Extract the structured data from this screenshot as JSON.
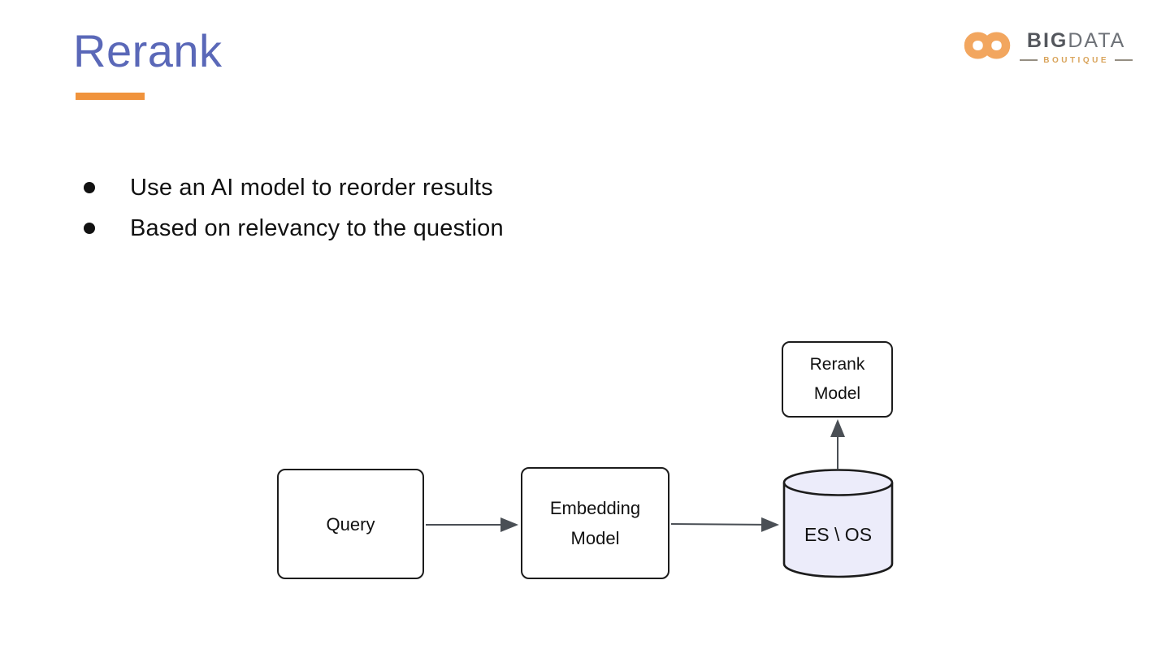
{
  "slide": {
    "title": "Rerank",
    "title_color": "#5A68B8",
    "accent_bar_color": "#F0933C",
    "background_color": "#FFFFFF"
  },
  "logo": {
    "icon": "infinity-icon",
    "icon_color": "#F2A65F",
    "word_bold": "BIG",
    "word_light": "DATA",
    "word_bold_color": "#54575D",
    "word_light_color": "#6E7278",
    "subtitle": "BOUTIQUE",
    "subtitle_color": "#D9A45B"
  },
  "bullets": [
    {
      "label": "Use an AI model to reorder results"
    },
    {
      "label": "Based on relevancy to the question"
    }
  ],
  "diagram": {
    "nodes": {
      "query": {
        "label": "Query",
        "type": "box"
      },
      "embedding": {
        "line1": "Embedding",
        "line2": "Model",
        "type": "box"
      },
      "database": {
        "label": "ES \\ OS",
        "type": "cylinder",
        "fill": "#ECECFA"
      },
      "rerank": {
        "line1": "Rerank",
        "line2": "Model",
        "type": "box"
      }
    },
    "edges": [
      {
        "from": "query",
        "to": "embedding"
      },
      {
        "from": "embedding",
        "to": "database"
      },
      {
        "from": "database",
        "to": "rerank"
      }
    ],
    "border_color": "#1C1C1C",
    "arrow_color": "#4A4F55"
  }
}
